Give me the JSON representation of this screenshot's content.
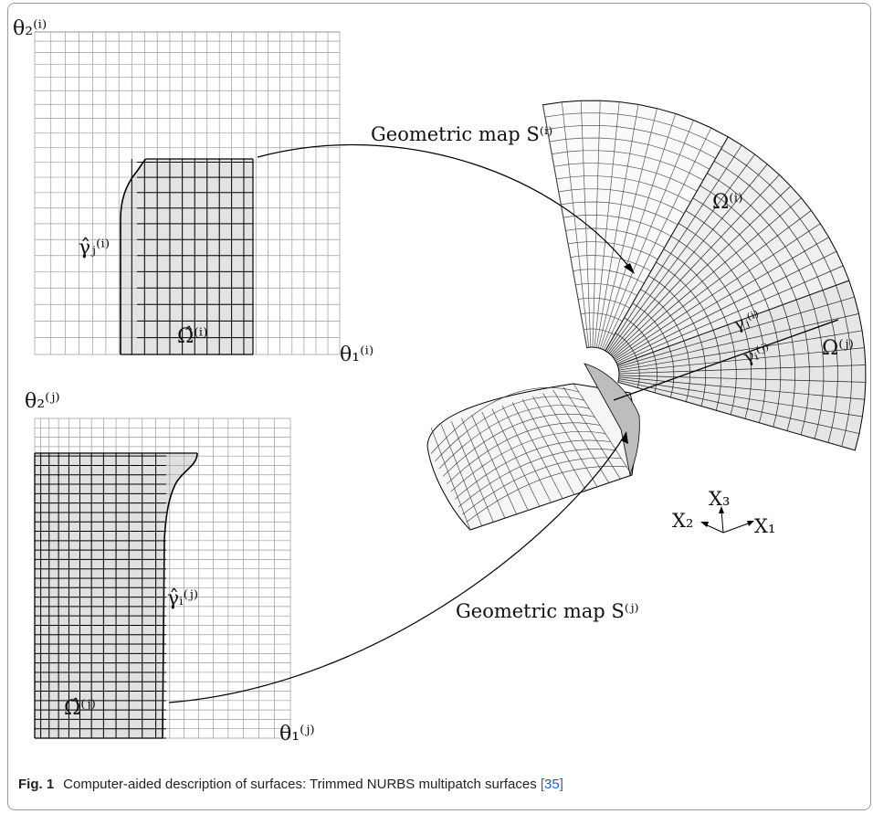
{
  "figure": {
    "panel_i": {
      "axis_vertical": "θ₂⁽ⁱ⁾",
      "axis_horizontal": "θ₁⁽ⁱ⁾",
      "domain_label": "Ω̂⁽ⁱ⁾",
      "curve_label": "γ̂ⱼ⁽ⁱ⁾"
    },
    "panel_j": {
      "axis_vertical": "θ₂⁽ʲ⁾",
      "axis_horizontal": "θ₁⁽ʲ⁾",
      "domain_label": "Ω̂⁽ʲ⁾",
      "curve_label": "γ̂ᵢ⁽ʲ⁾"
    },
    "map_i_label": "Geometric map S⁽ⁱ⁾",
    "map_j_label": "Geometric map S⁽ʲ⁾",
    "surface": {
      "omega_i": "Ω⁽ⁱ⁾",
      "omega_j": "Ω⁽ʲ⁾",
      "gamma_ij": "γⱼ⁽ⁱ⁾",
      "gamma_ji": "γᵢ⁽ʲ⁾"
    },
    "axes3d": {
      "x1": "X₁",
      "x2": "X₂",
      "x3": "X₃"
    }
  },
  "caption": {
    "fig_label": "Fig. 1",
    "text": "Computer-aided description of surfaces: Trimmed NURBS multipatch surfaces",
    "ref": "[35]"
  }
}
